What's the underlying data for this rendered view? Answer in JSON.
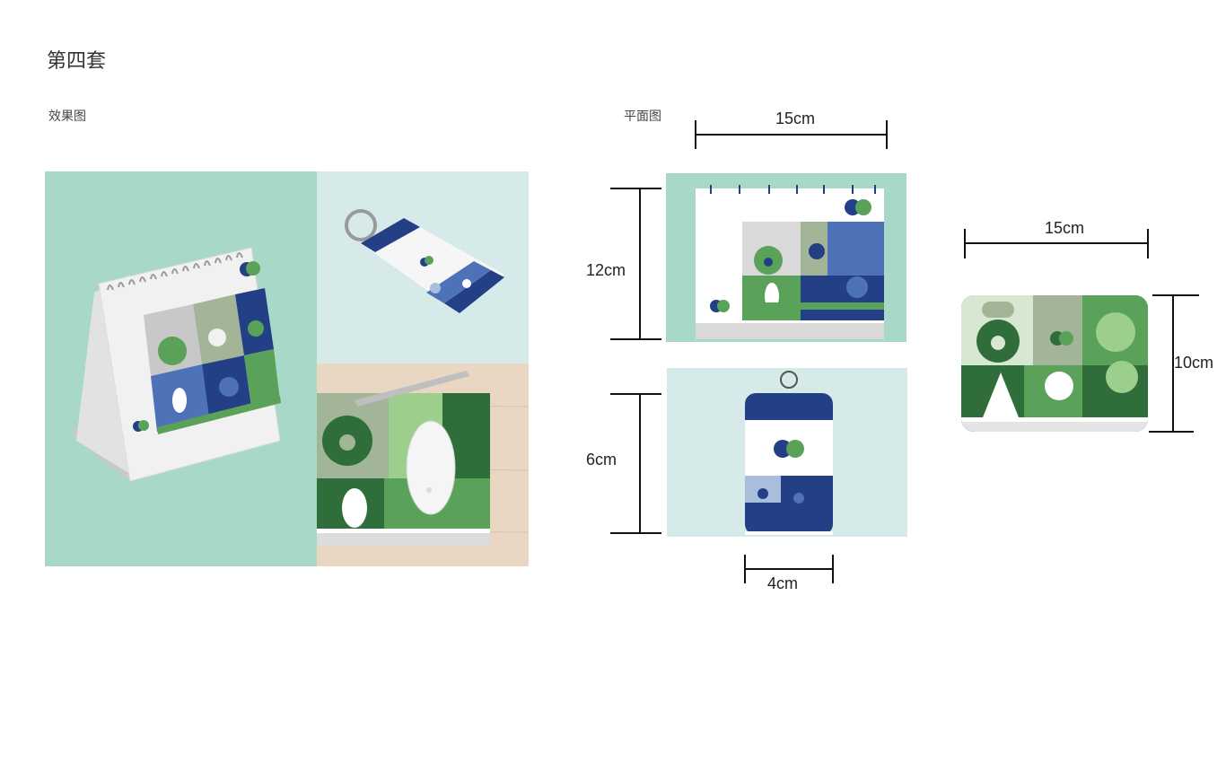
{
  "page": {
    "title": "第四套",
    "render_label": "效果图",
    "plan_label": "平面图"
  },
  "dimensions": {
    "calendar_width": "15cm",
    "calendar_height": "12cm",
    "keychain_height": "6cm",
    "keychain_width": "4cm",
    "mousepad_width": "15cm",
    "mousepad_height": "10cm"
  },
  "colors": {
    "mint": "#a8d8c8",
    "pale_mint": "#d6ebe9",
    "dark_green": "#2f6e3b",
    "mid_green": "#5aa25a",
    "light_green": "#9ccf8c",
    "sage": "#a3b598",
    "navy": "#233f86",
    "blue": "#4e72b8",
    "light_blue": "#a9bedc",
    "grey": "#d9d9d9",
    "wood": "#e9d7c3"
  }
}
